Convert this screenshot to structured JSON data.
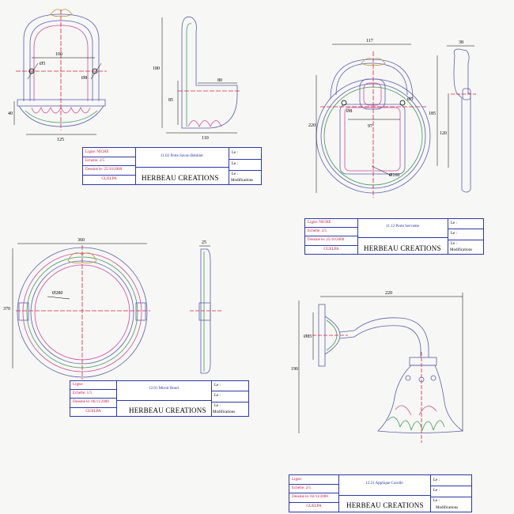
{
  "sheets": [
    {
      "ligne": "Ligne: NICHE",
      "echelle": "Echelle: 2/5",
      "dessine": "Dessiné le: 25/10/2000",
      "guelpa": "GUELPA",
      "product": "11.02 Porte Savon Bénitier",
      "brand": "HERBEAU CREATIONS",
      "le": "Le :",
      "modifications": "Modifications",
      "dims": [
        "100",
        "Ø5",
        "Ø8",
        "40",
        "125",
        "180",
        "85",
        "80",
        "110"
      ]
    },
    {
      "ligne": "Ligne: NICHE",
      "echelle": "Echelle: 2/5",
      "dessine": "Dessiné le: 25/10/2000",
      "guelpa": "GUELPA",
      "product": "11.12 Porte Serviette",
      "brand": "HERBEAU CREATIONS",
      "le": "Le :",
      "modifications": "Modifications",
      "dims": [
        "117",
        "38",
        "Ø5",
        "Ø8",
        "97",
        "220",
        "185",
        "120",
        "Ø160"
      ]
    },
    {
      "ligne": "Ligne:",
      "echelle": "Echelle: 1/5",
      "dessine": "Dessiné le: 06/11/2000",
      "guelpa": "GUELPA",
      "product": "12.01 Miroir Rond",
      "brand": "HERBEAU CREATIONS",
      "le": "Le :",
      "modifications": "Modifications",
      "dims": [
        "360",
        "25",
        "Ø280",
        "370"
      ]
    },
    {
      "ligne": "Ligne:",
      "echelle": "Echelle: 2/5",
      "dessine": "Dessiné le: 02/11/2000",
      "guelpa": "GUELPA",
      "product": "12.21 Applique Corolle",
      "brand": "HERBEAU CREATIONS",
      "le": "Le :",
      "modifications": "Modifications",
      "dims": [
        "220",
        "Ø85",
        "190"
      ]
    }
  ]
}
